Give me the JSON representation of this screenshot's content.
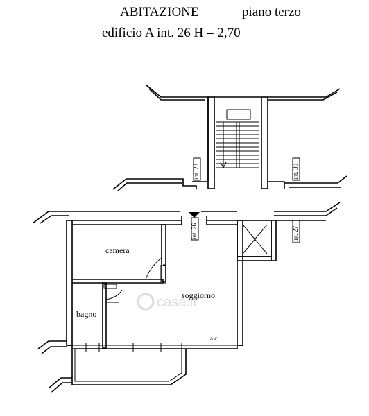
{
  "title": {
    "line1_left": "ABITAZIONE",
    "line1_right": "piano terzo",
    "line2": "edificio A int. 26  H = 2,70"
  },
  "rooms": {
    "camera": "camera",
    "bagno": "bagno",
    "soggiorno": "soggiorno",
    "ac": "a.c."
  },
  "unit_labels": {
    "int23": "int. 23",
    "int30": "int. 30",
    "int26": "int. 26",
    "int27": "int. 27"
  },
  "watermark": "casa.it"
}
